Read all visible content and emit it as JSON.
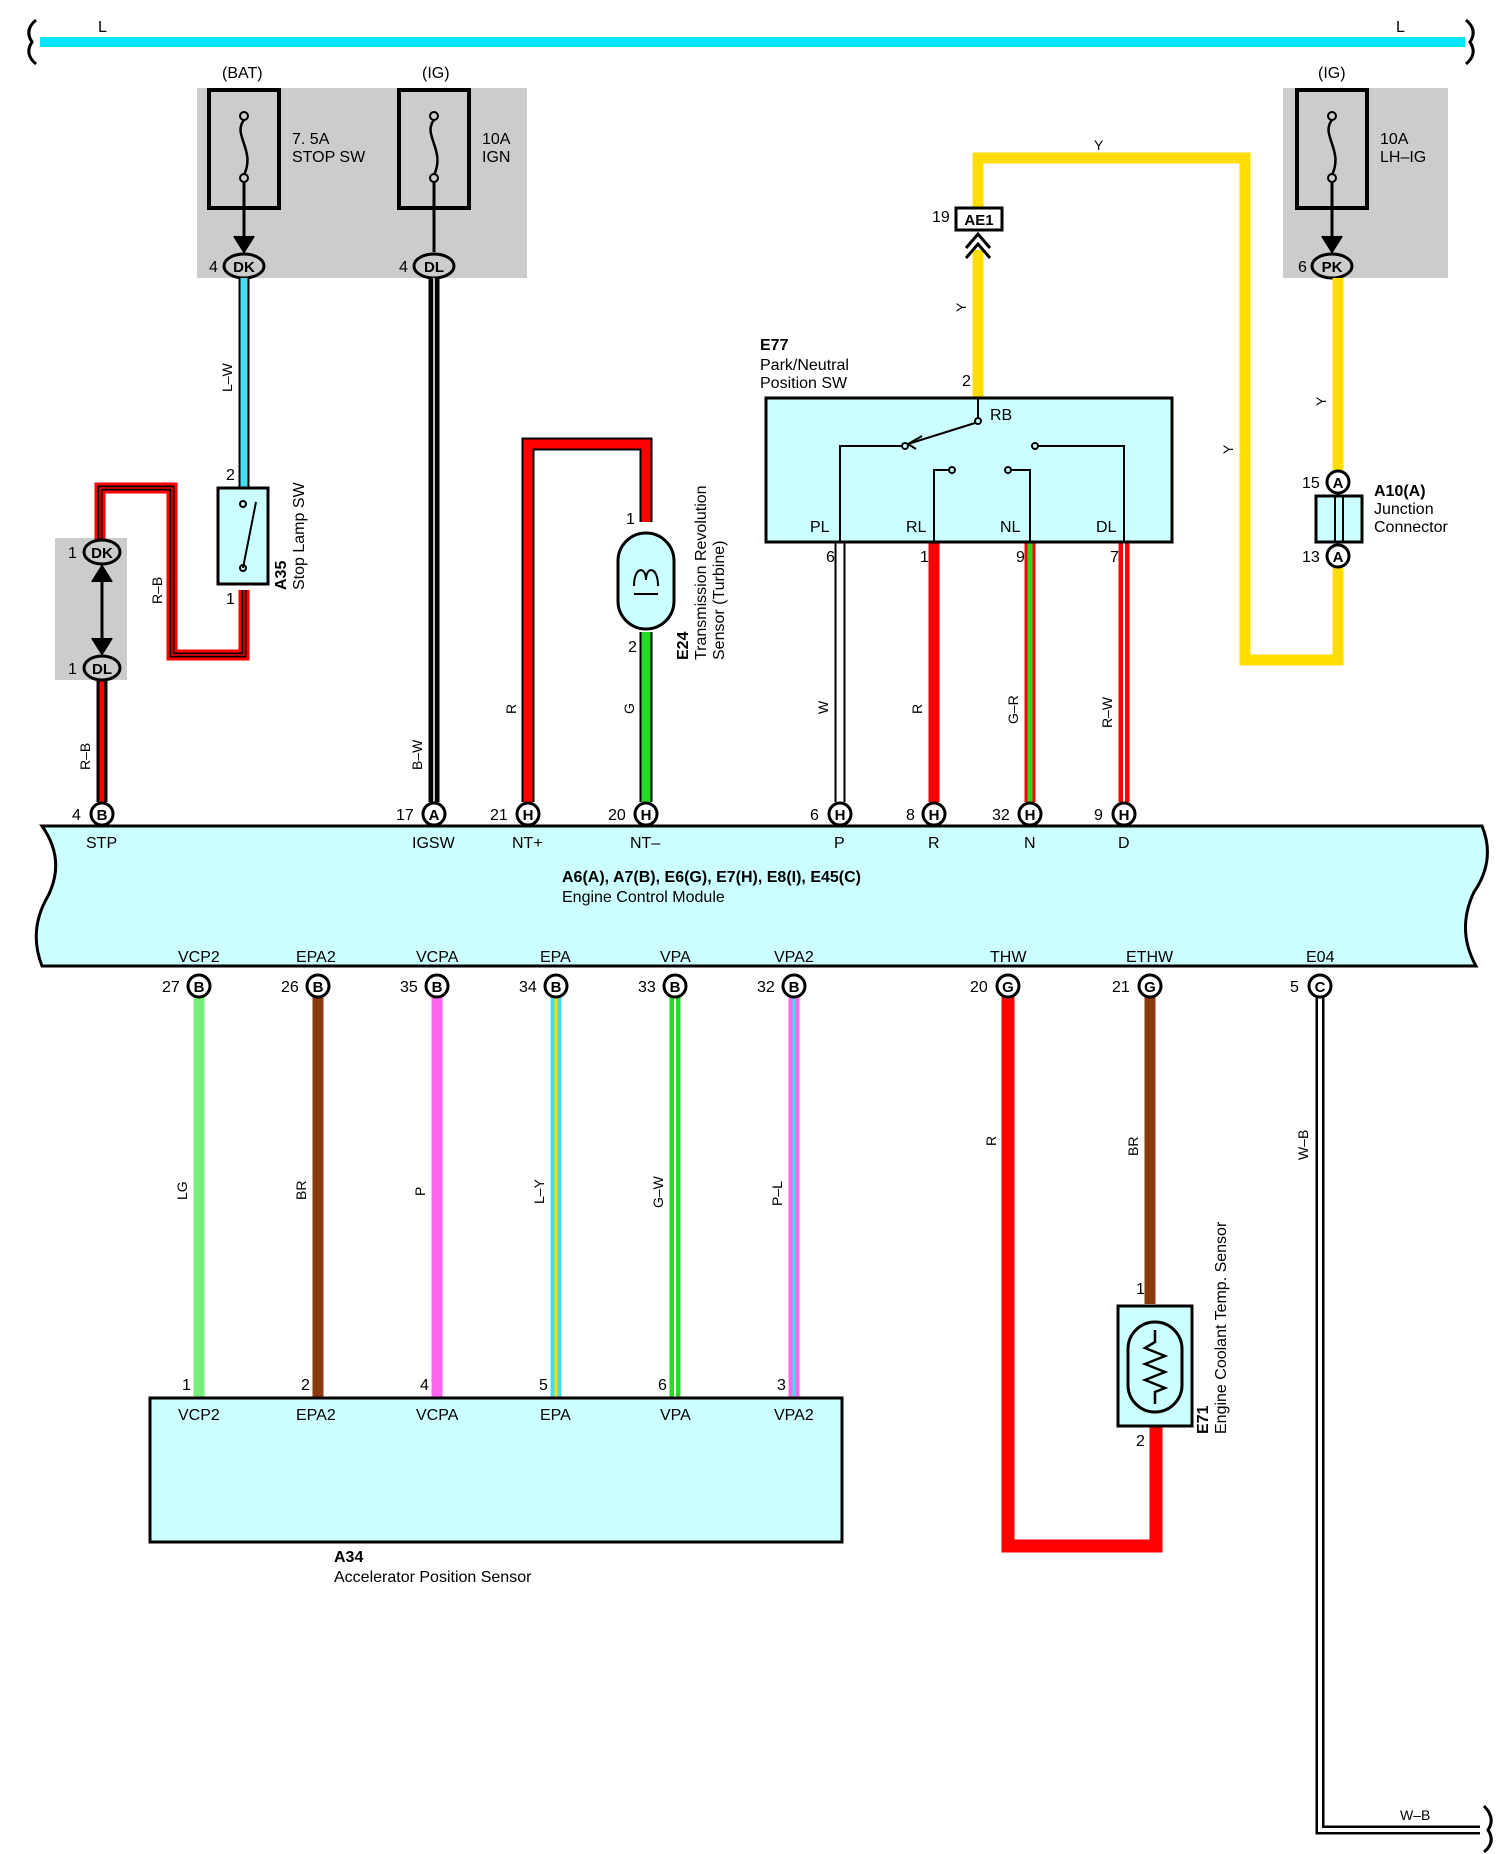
{
  "bus": {
    "left_label": "L",
    "right_label": "L",
    "color": "#00e5ff"
  },
  "colors": {
    "red": "#ff0000",
    "green": "#22dd22",
    "lightgreen": "#77ee77",
    "yellow": "#ffdd00",
    "cyan": "#44ddee",
    "brown": "#8b3a10",
    "pink": "#ff66ee",
    "black": "#000000",
    "white": "#ffffff",
    "gray_box": "#cccccc",
    "component_fill": "#ccffff"
  },
  "fuses": [
    {
      "source": "(BAT)",
      "rating": "7. 5A",
      "name": "STOP SW",
      "pin": "4",
      "connector": "DK"
    },
    {
      "source": "(IG)",
      "rating": "10A",
      "name": "IGN",
      "pin": "4",
      "connector": "DL"
    },
    {
      "source": "(IG)",
      "rating": "10A",
      "name": "LH–IG",
      "pin": "6",
      "connector": "PK"
    }
  ],
  "connectors": {
    "dk": {
      "pin": "1",
      "label": "DK"
    },
    "dl": {
      "pin": "1",
      "label": "DL"
    },
    "ae1": {
      "pin": "19",
      "label": "AE1"
    },
    "a10": {
      "id": "A10(A)",
      "desc1": "Junction",
      "desc2": "Connector",
      "pin_top": "15",
      "pin_bottom": "13",
      "pin_label": "A"
    }
  },
  "components": {
    "a35": {
      "id": "A35",
      "name": "Stop Lamp SW",
      "pin_top": "2",
      "pin_bottom": "1"
    },
    "e24": {
      "id": "E24",
      "name1": "Transmission Revolution",
      "name2": "Sensor (Turbine)",
      "pin_top": "1",
      "pin_bottom": "2"
    },
    "e77": {
      "id": "E77",
      "name1": "Park/Neutral",
      "name2": "Position SW",
      "pin_in": "2",
      "rb": "RB",
      "outputs": [
        {
          "label": "PL",
          "pin": "6"
        },
        {
          "label": "RL",
          "pin": "1"
        },
        {
          "label": "NL",
          "pin": "9"
        },
        {
          "label": "DL",
          "pin": "7"
        }
      ]
    },
    "e71": {
      "id": "E71",
      "name": "Engine Coolant Temp.  Sensor",
      "pin_top": "1",
      "pin_bottom": "2"
    },
    "a34": {
      "id": "A34",
      "name": "Accelerator Position Sensor",
      "pins": [
        {
          "label": "VCP2",
          "pin": "1"
        },
        {
          "label": "EPA2",
          "pin": "2"
        },
        {
          "label": "VCPA",
          "pin": "4"
        },
        {
          "label": "EPA",
          "pin": "5"
        },
        {
          "label": "VPA",
          "pin": "6"
        },
        {
          "label": "VPA2",
          "pin": "3"
        }
      ]
    }
  },
  "ecm": {
    "connectors": "A6(A), A7(B), E6(G), E7(H), E8(I), E45(C)",
    "name": "Engine Control Module",
    "top_terminals": [
      {
        "label": "STP",
        "pin": "4",
        "conn": "B"
      },
      {
        "label": "IGSW",
        "pin": "17",
        "conn": "A"
      },
      {
        "label": "NT+",
        "pin": "21",
        "conn": "H"
      },
      {
        "label": "NT–",
        "pin": "20",
        "conn": "H"
      },
      {
        "label": "P",
        "pin": "6",
        "conn": "H"
      },
      {
        "label": "R",
        "pin": "8",
        "conn": "H"
      },
      {
        "label": "N",
        "pin": "32",
        "conn": "H"
      },
      {
        "label": "D",
        "pin": "9",
        "conn": "H"
      }
    ],
    "bottom_terminals": [
      {
        "label": "VCP2",
        "pin": "27",
        "conn": "B"
      },
      {
        "label": "EPA2",
        "pin": "26",
        "conn": "B"
      },
      {
        "label": "VCPA",
        "pin": "35",
        "conn": "B"
      },
      {
        "label": "EPA",
        "pin": "34",
        "conn": "B"
      },
      {
        "label": "VPA",
        "pin": "33",
        "conn": "B"
      },
      {
        "label": "VPA2",
        "pin": "32",
        "conn": "B"
      },
      {
        "label": "THW",
        "pin": "20",
        "conn": "G"
      },
      {
        "label": "ETHW",
        "pin": "21",
        "conn": "G"
      },
      {
        "label": "E04",
        "pin": "5",
        "conn": "C"
      }
    ]
  },
  "wire_labels": {
    "lw": "L–W",
    "rb_stop": "R–B",
    "rb_ecm": "R–B",
    "bw": "B–W",
    "r_nt": "R",
    "g_nt": "G",
    "y_ae1": "Y",
    "y_top": "Y",
    "y_right": "Y",
    "y_a10": "Y",
    "w_p": "W",
    "r_r": "R",
    "gr_n": "G–R",
    "rw_d": "R–W",
    "lg": "LG",
    "br1": "BR",
    "p": "P",
    "ly": "L–Y",
    "gw": "G–W",
    "pl": "P–L",
    "r_thw": "R",
    "br2": "BR",
    "wb_v": "W–B",
    "wb_h": "W–B"
  }
}
